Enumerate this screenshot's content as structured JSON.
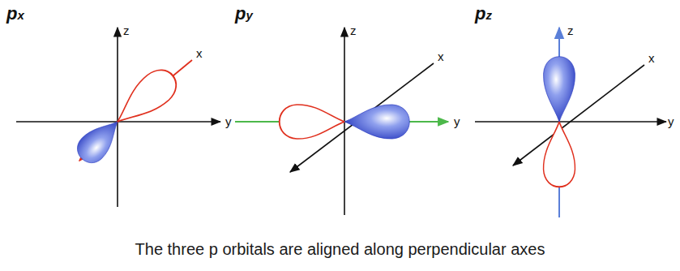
{
  "diagram": {
    "caption": "The three p orbitals are aligned along perpendicular axes",
    "labels": [
      "px",
      "z",
      "x",
      "y",
      "py",
      "z",
      "x",
      "y",
      "pz",
      "z",
      "x",
      "y"
    ]
  }
}
